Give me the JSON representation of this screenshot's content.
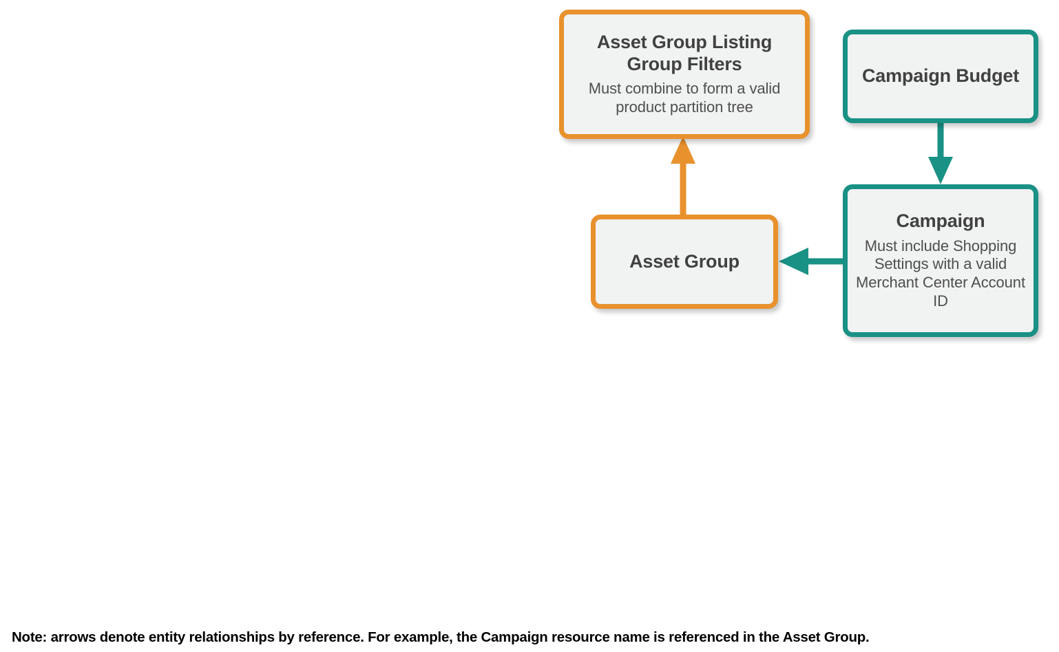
{
  "diagram": {
    "colors": {
      "orange": "#E8912D",
      "teal": "#1A9185",
      "node_fill": "#F1F2F2",
      "title_text": "#414141",
      "desc_text": "#4E4E4E",
      "note_text": "#000000"
    },
    "nodes": [
      {
        "id": "asset-group-listing-group-filters",
        "title": "Asset Group Listing Group Filters",
        "description": "Must combine to form a valid product partition tree",
        "accent": "orange"
      },
      {
        "id": "campaign-budget",
        "title": "Campaign Budget",
        "description": "",
        "accent": "teal"
      },
      {
        "id": "asset-group",
        "title": "Asset Group",
        "description": "",
        "accent": "orange"
      },
      {
        "id": "campaign",
        "title": "Campaign",
        "description": "Must include Shopping Settings with a valid Merchant Center Account ID",
        "accent": "teal"
      }
    ],
    "edges": [
      {
        "id": "asset-group-to-listing-group-filters",
        "from": "asset-group",
        "to": "asset-group-listing-group-filters",
        "direction": "up",
        "color": "orange"
      },
      {
        "id": "campaign-budget-to-campaign",
        "from": "campaign-budget",
        "to": "campaign",
        "direction": "down",
        "color": "teal"
      },
      {
        "id": "campaign-to-asset-group",
        "from": "campaign",
        "to": "asset-group",
        "direction": "left",
        "color": "teal"
      }
    ],
    "note": "Note: arrows denote entity relationships by reference. For example, the Campaign resource name is referenced in the Asset Group."
  }
}
